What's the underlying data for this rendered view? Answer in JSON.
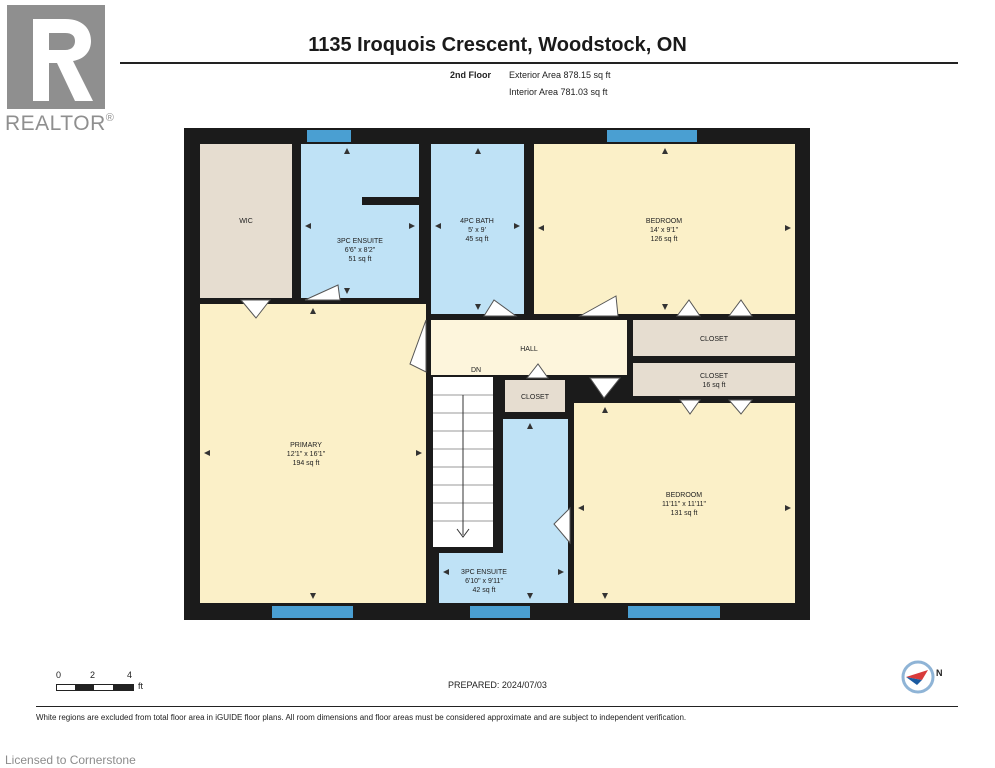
{
  "header": {
    "title": "1135 Iroquois Crescent, Woodstock, ON",
    "floor_name": "2nd Floor",
    "exterior_area": "Exterior Area 878.15 sq ft",
    "interior_area": "Interior Area 781.03 sq ft"
  },
  "logo": {
    "text": "REALTOR",
    "registered": "®",
    "icon": "realtor-r-logo"
  },
  "rooms": {
    "wic": {
      "name": "WIC"
    },
    "ensuite_top": {
      "name": "3PC ENSUITE",
      "dims": "6'6\" x 8'2\"",
      "area": "51 sq ft"
    },
    "bath": {
      "name": "4PC BATH",
      "dims": "5' x 9'",
      "area": "45 sq ft"
    },
    "bedroom_top": {
      "name": "BEDROOM",
      "dims": "14' x 9'1\"",
      "area": "126 sq ft"
    },
    "hall": {
      "name": "HALL"
    },
    "closet_right_top": {
      "name": "CLOSET"
    },
    "closet_right_mid": {
      "name": "CLOSET",
      "area": "16 sq ft"
    },
    "closet_small": {
      "name": "CLOSET"
    },
    "stairs": {
      "name": "DN"
    },
    "primary": {
      "name": "PRIMARY",
      "dims": "12'1\" x 16'1\"",
      "area": "194 sq ft"
    },
    "bedroom_bottom": {
      "name": "BEDROOM",
      "dims": "11'11\" x 11'11\"",
      "area": "131 sq ft"
    },
    "ensuite_bottom": {
      "name": "3PC ENSUITE",
      "dims": "6'10\" x 9'11\"",
      "area": "42 sq ft"
    }
  },
  "scale": {
    "labels": [
      "0",
      "2",
      "4"
    ],
    "unit": "ft"
  },
  "compass": {
    "letter": "N",
    "icon": "compass-icon"
  },
  "prepared": "PREPARED: 2024/07/03",
  "disclaimer": "White regions are excluded from total floor area in iGUIDE floor plans. All room dimensions and floor areas must be considered approximate and are subject to independent verification.",
  "licensed": "Licensed to Cornerstone",
  "colors": {
    "wall": "#1b1b1b",
    "bedroom": "#fbf0c8",
    "bath": "#bfe2f6",
    "closet": "#e6ddd0",
    "hall": "#fdf5dc",
    "window": "#4a9fd2"
  }
}
